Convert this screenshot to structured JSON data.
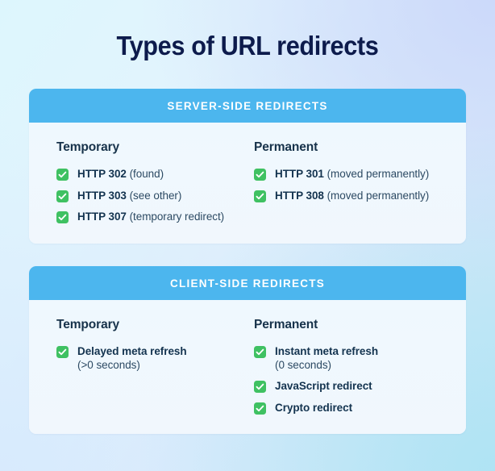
{
  "title": "Types of URL redirects",
  "colors": {
    "title": "#0d1b4c",
    "header_bar": "#4cb6ee",
    "checkbox_green": "#3fc162",
    "card_body": "#eff7fe",
    "text": "#13334f"
  },
  "cards": [
    {
      "header": "SERVER-SIDE REDIRECTS",
      "columns": [
        {
          "title": "Temporary",
          "items": [
            {
              "code": "HTTP 302",
              "desc": "(found)",
              "sub": ""
            },
            {
              "code": "HTTP 303",
              "desc": "(see other)",
              "sub": ""
            },
            {
              "code": "HTTP 307",
              "desc": "(temporary redirect)",
              "sub": ""
            }
          ]
        },
        {
          "title": "Permanent",
          "items": [
            {
              "code": "HTTP 301",
              "desc": "(moved permanently)",
              "sub": ""
            },
            {
              "code": "HTTP 308",
              "desc": "(moved permanently)",
              "sub": ""
            }
          ]
        }
      ]
    },
    {
      "header": "CLIENT-SIDE REDIRECTS",
      "columns": [
        {
          "title": "Temporary",
          "items": [
            {
              "code": "Delayed meta refresh",
              "desc": "",
              "sub": "(>0 seconds)"
            }
          ]
        },
        {
          "title": "Permanent",
          "items": [
            {
              "code": "Instant meta refresh",
              "desc": "",
              "sub": "(0 seconds)"
            },
            {
              "code": "JavaScript redirect",
              "desc": "",
              "sub": ""
            },
            {
              "code": "Crypto redirect",
              "desc": "",
              "sub": ""
            }
          ]
        }
      ]
    }
  ]
}
